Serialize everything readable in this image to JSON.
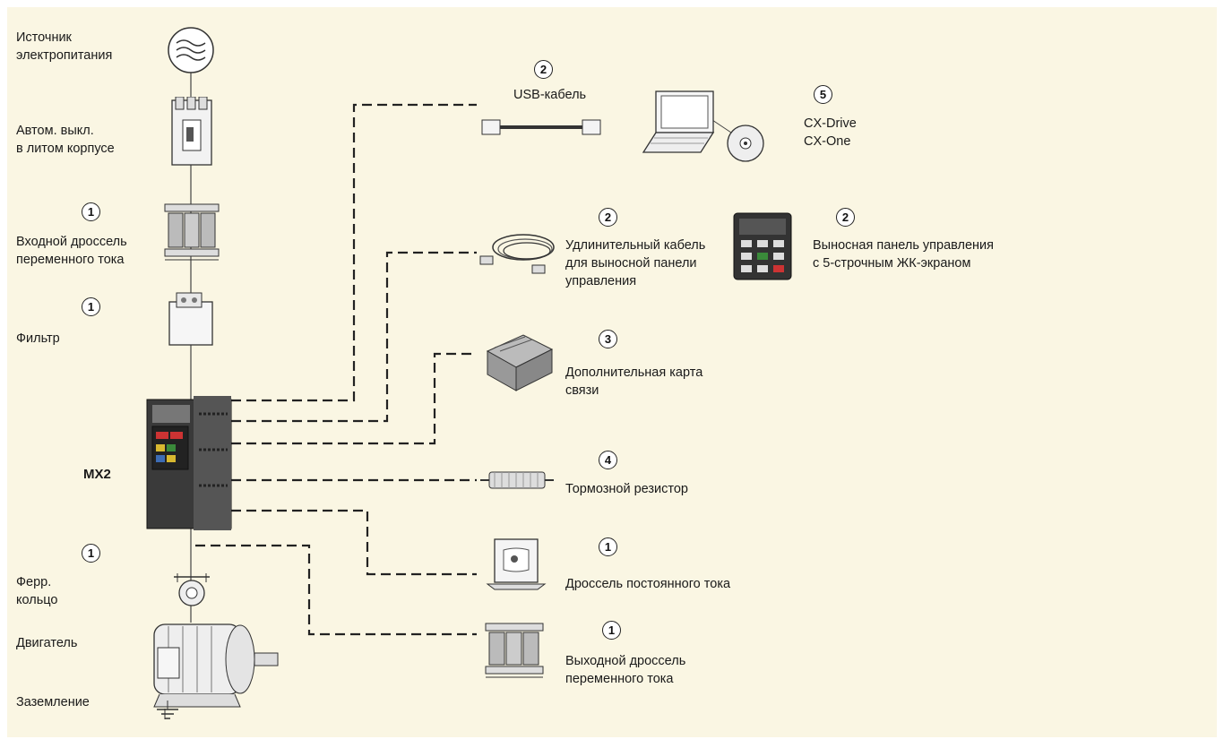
{
  "colors": {
    "background": "#faf6e3",
    "line": "#222222"
  },
  "left_column": {
    "power_source": "Источник\nэлектропитания",
    "breaker": "Автом. выкл.\nв литом корпусе",
    "input_choke_num": "1",
    "input_choke": "Входной дроссель\nпеременного тока",
    "filter_num": "1",
    "filter": "Фильтр",
    "drive": "MX2",
    "ferrite_num": "1",
    "ferrite": "Ферр.\nкольцо",
    "motor": "Двигатель",
    "ground": "Заземление"
  },
  "right_column": {
    "usb_num": "2",
    "usb": "USB-кабель",
    "software_num": "5",
    "software": "CX-Drive\nCX-One",
    "ext_cable_num": "2",
    "ext_cable": "Удлинительный кабель\nдля выносной панели\nуправления",
    "remote_panel_num": "2",
    "remote_panel": "Выносная панель управления\nс 5-строчным ЖК-экраном",
    "comm_card_num": "3",
    "comm_card": "Дополнительная карта\nсвязи",
    "brake_resistor_num": "4",
    "brake_resistor": "Тормозной резистор",
    "dc_choke_num": "1",
    "dc_choke": "Дроссель постоянного тока",
    "output_choke_num": "1",
    "output_choke": "Выходной дроссель\nпеременного тока"
  }
}
